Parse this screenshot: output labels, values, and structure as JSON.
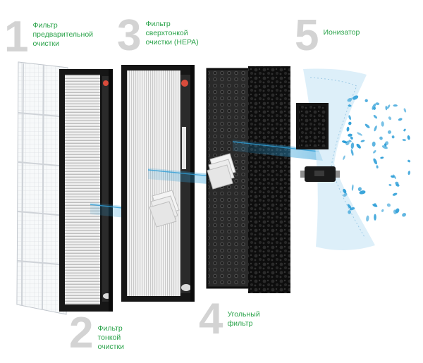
{
  "steps": [
    {
      "number": "1",
      "lines": [
        "Фильтр",
        "предварительной",
        "очистки"
      ]
    },
    {
      "number": "2",
      "lines": [
        "Фильтр",
        "тонкой",
        "очистки"
      ]
    },
    {
      "number": "3",
      "lines": [
        "Фильтр",
        "сверхтонкой",
        "очистки (HEPA)"
      ]
    },
    {
      "number": "4",
      "lines": [
        "Угольный",
        "фильтр"
      ]
    },
    {
      "number": "5",
      "lines": [
        "Ионизатор"
      ]
    }
  ],
  "colors": {
    "number_gray": "#d3d3d3",
    "label_green": "#2aa34a",
    "airflow_blue": "#2f9fd8",
    "frame_black": "#161616",
    "pleat_gray": "#e2e2e2"
  }
}
